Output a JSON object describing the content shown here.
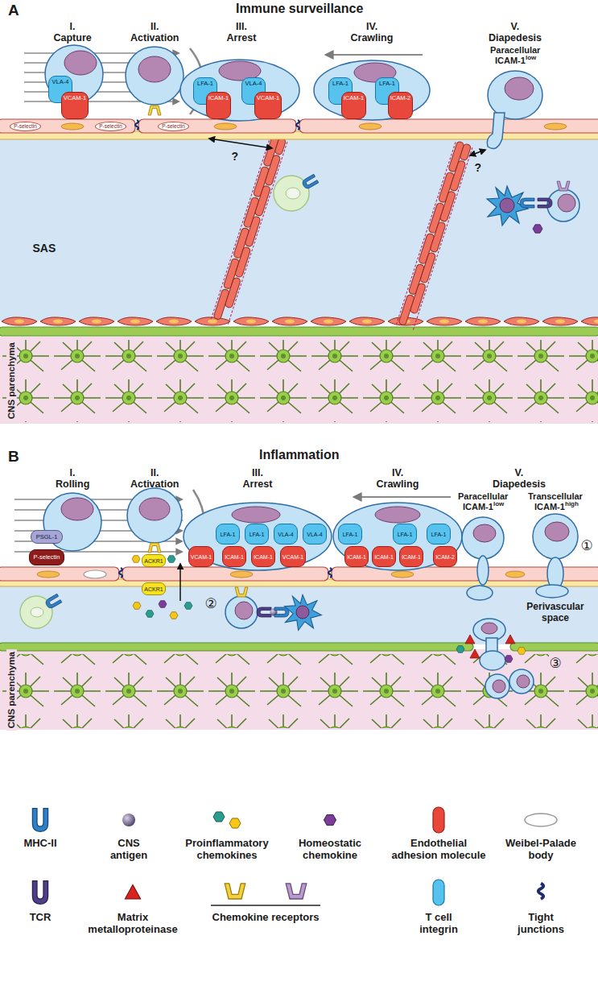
{
  "diagram": {
    "nodes": [
      {
        "text": [
          "VLA-4"
        ]
      },
      {
        "text": [
          "VCAM-1"
        ]
      },
      {
        "text": [
          "LFA-1"
        ]
      },
      {
        "text": [
          "ICAM-1"
        ]
      },
      {
        "text": [
          "VLA-4"
        ]
      },
      {
        "text": [
          "VCAM-1"
        ]
      },
      {
        "text": [
          "LFA-1"
        ]
      },
      {
        "text": [
          "ICAM-1"
        ]
      },
      {
        "text": [
          "LFA-1"
        ]
      },
      {
        "text": [
          "ICAM-2"
        ]
      },
      {
        "text": [
          "P-selectin"
        ]
      },
      {
        "text": [
          "P-selectin"
        ]
      },
      {
        "text": [
          "P-selectin"
        ]
      },
      {
        "text": [
          "PSGL-1"
        ]
      },
      {
        "text": [
          "P-selectin"
        ]
      },
      {
        "text": [
          "ACKR1"
        ]
      },
      {
        "text": [
          "ACKR1"
        ]
      },
      {
        "text": [
          "VCAM-1"
        ]
      },
      {
        "text": [
          "LFA-1"
        ]
      },
      {
        "text": [
          "ICAM-1"
        ]
      },
      {
        "text": [
          "LFA-1"
        ]
      },
      {
        "text": [
          "ICAM-1"
        ]
      },
      {
        "text": [
          "VLA-4"
        ]
      },
      {
        "text": [
          "VCAM-1"
        ]
      },
      {
        "text": [
          "VLA-4"
        ]
      },
      {
        "text": [
          "LFA-1"
        ]
      },
      {
        "text": [
          "ICAM-1"
        ]
      },
      {
        "text": [
          "ICAM-1"
        ]
      },
      {
        "text": [
          "LFA-1"
        ]
      },
      {
        "text": [
          "ICAM-1"
        ]
      },
      {
        "text": [
          "LFA-1"
        ]
      },
      {
        "text": [
          "ICAM-2"
        ]
      }
    ],
    "labels": [
      "A",
      "Immune surveillance",
      "I.",
      "Capture",
      "II.",
      "Activation",
      "III.",
      "Arrest",
      "IV.",
      "Crawling",
      "V.",
      "Diapedesis",
      "Paracellular",
      "ICAM-1",
      "low",
      "?",
      "?",
      "SAS",
      "CNS parenchyma",
      "B",
      "Inflammation",
      "I.",
      "Rolling",
      "II.",
      "Activation",
      "III.",
      "Arrest",
      "IV.",
      "Crawling",
      "V.",
      "Diapedesis",
      "Paracellular",
      "ICAM-1",
      "low",
      "Transcellular",
      "ICAM-1",
      "high",
      "①",
      "②",
      "③",
      "Perivascular space",
      "CNS parenchyma"
    ],
    "legend": [
      {
        "text": "MHC-II"
      },
      {
        "text": "CNS antigen"
      },
      {
        "text": "Proinflammatory chemokines"
      },
      {
        "text": "Homeostatic chemokine"
      },
      {
        "text": "Endothelial adhesion molecule"
      },
      {
        "text": "Weibel-Palade body"
      },
      {
        "text": "TCR"
      },
      {
        "text": "Matrix metalloproteinase"
      },
      {
        "text": "Chemokine receptors"
      },
      {
        "text": "T cell integrin"
      },
      {
        "text": "Tight junctions"
      }
    ]
  }
}
